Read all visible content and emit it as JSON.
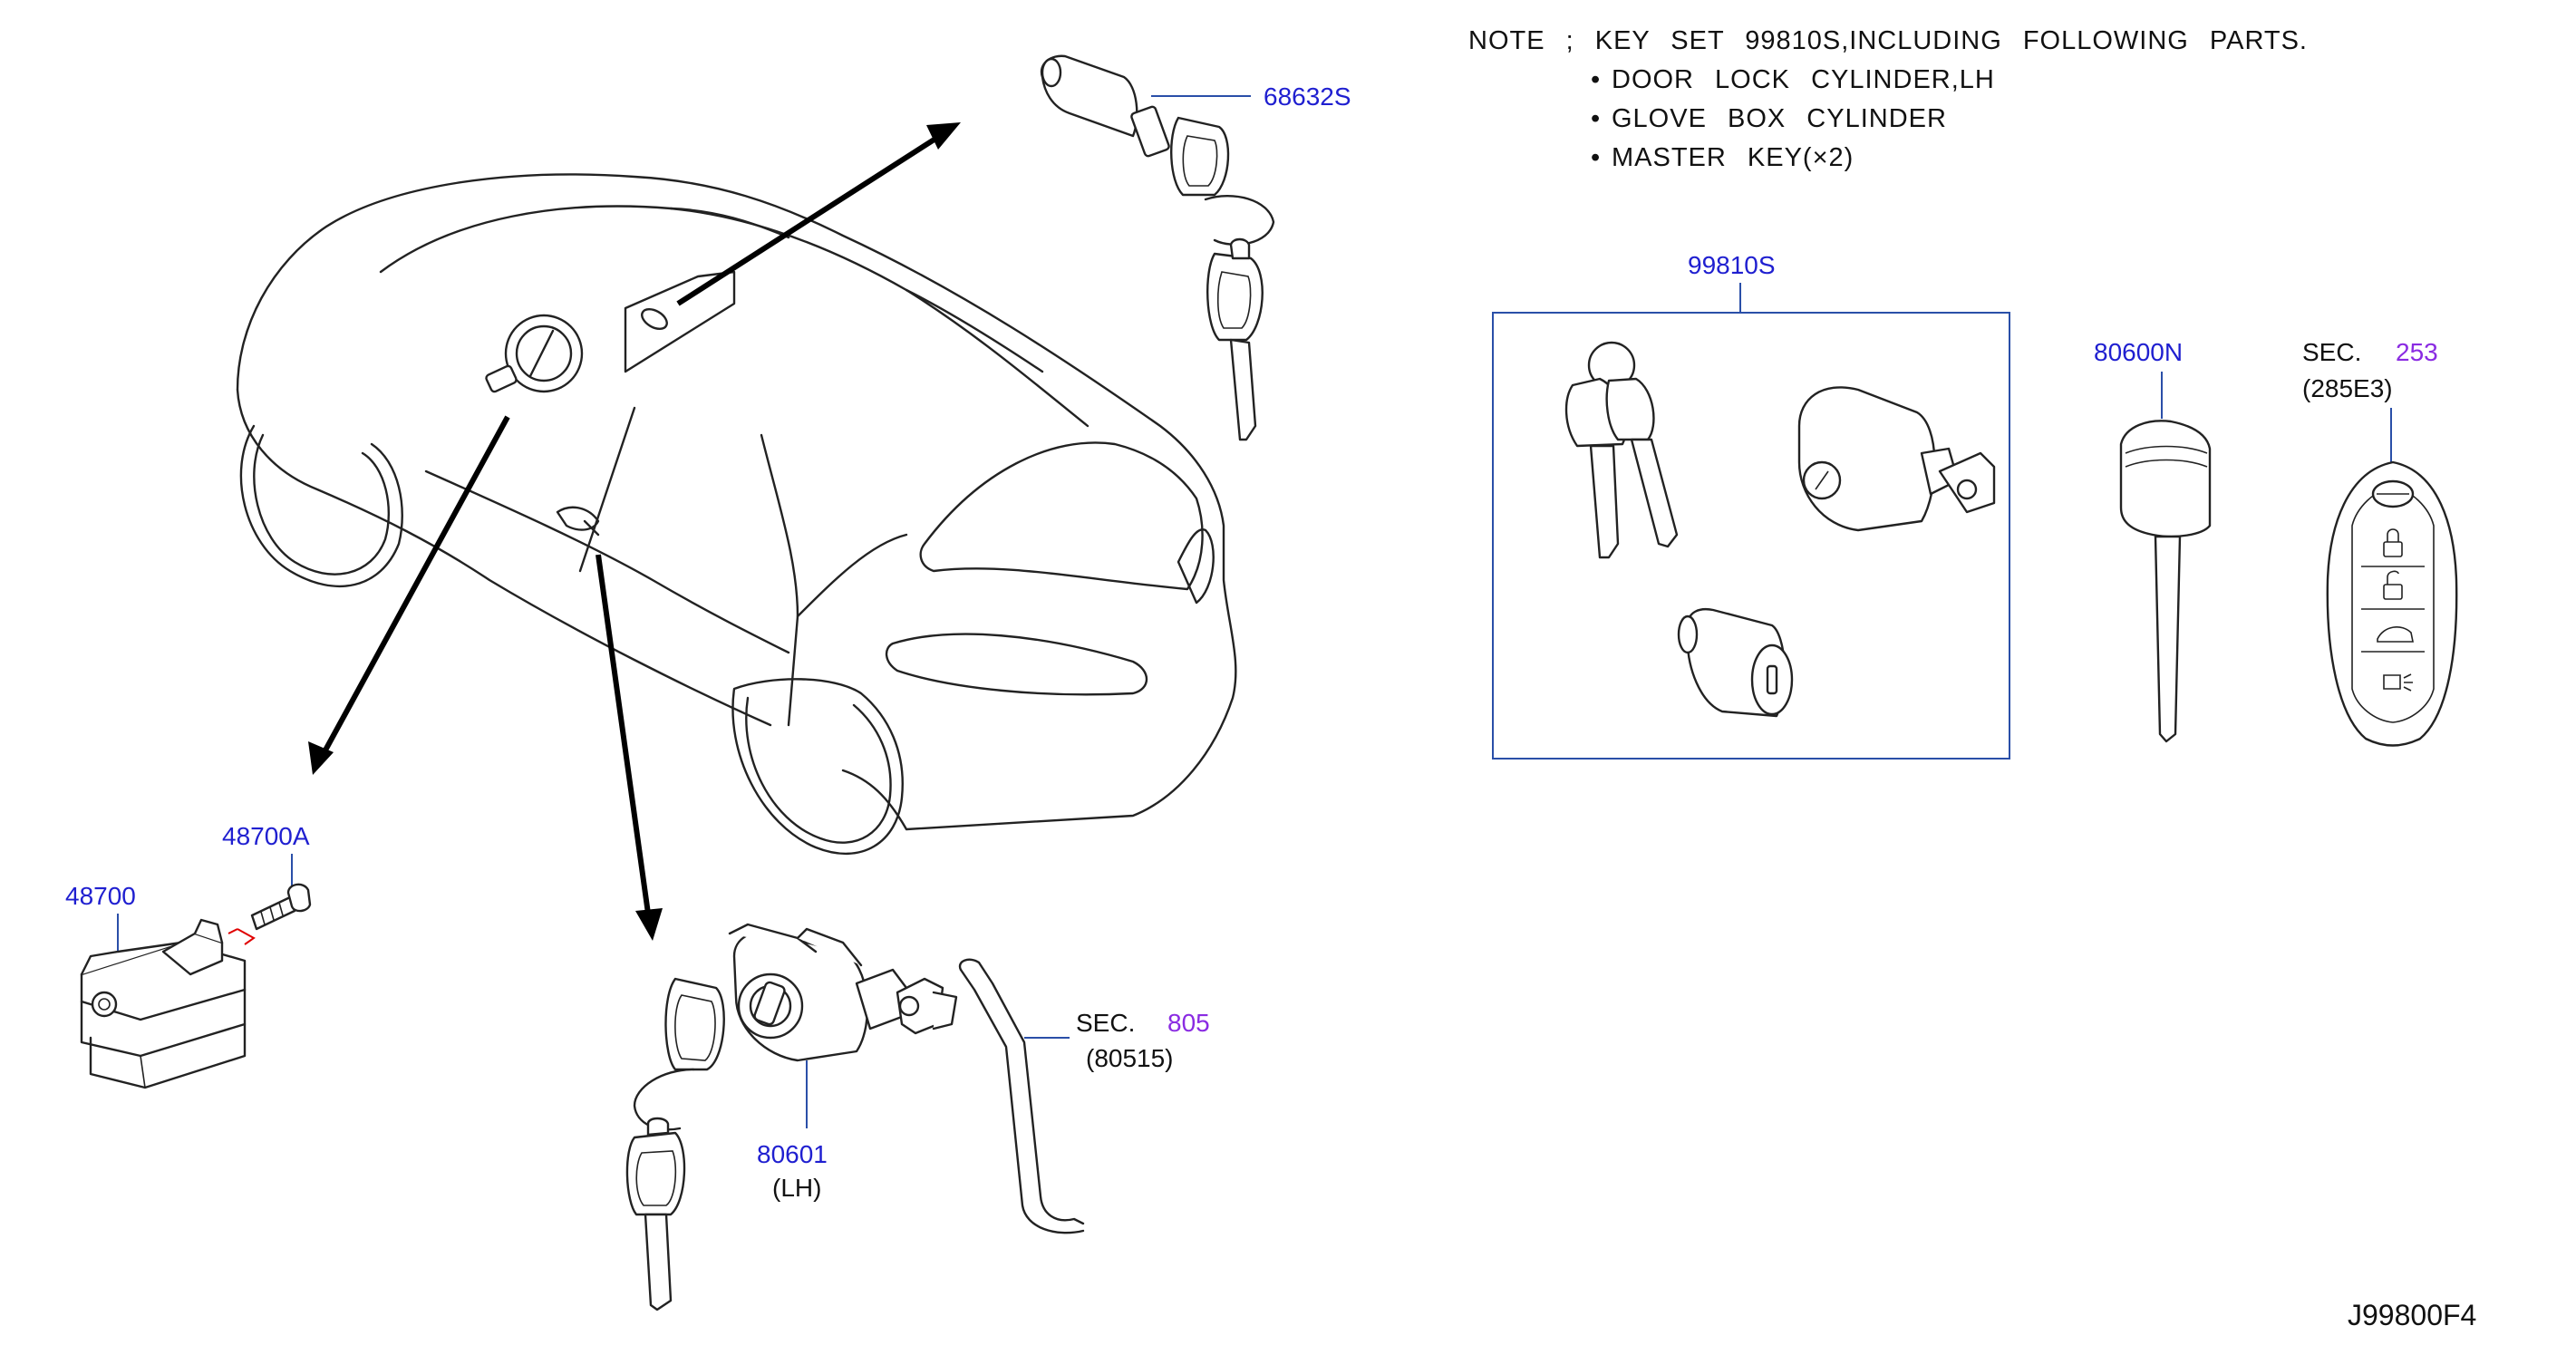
{
  "note": {
    "heading": "NOTE ; KEY SET 99810S,INCLUDING FOLLOWING PARTS.",
    "items": [
      "DOOR LOCK CYLINDER,LH",
      "GLOVE BOX CYLINDER",
      "MASTER KEY(×2)"
    ],
    "bullet": "•"
  },
  "labels": {
    "p68632s": "68632S",
    "p99810s": "99810S",
    "p80600n": "80600N",
    "sec253_prefix": "SEC.",
    "sec253_num": "253",
    "sec253_sub": "(285E3)",
    "p48700a": "48700A",
    "p48700": "48700",
    "p80601": "80601",
    "p80601_sub": "(LH)",
    "sec805_prefix": "SEC.",
    "sec805_num": "805",
    "sec805_sub": "(80515)",
    "diagram_code": "J99800F4"
  },
  "colors": {
    "part_number": "#1f1fd0",
    "section_number": "#8a2be2",
    "leader": "#2a4fa8"
  }
}
